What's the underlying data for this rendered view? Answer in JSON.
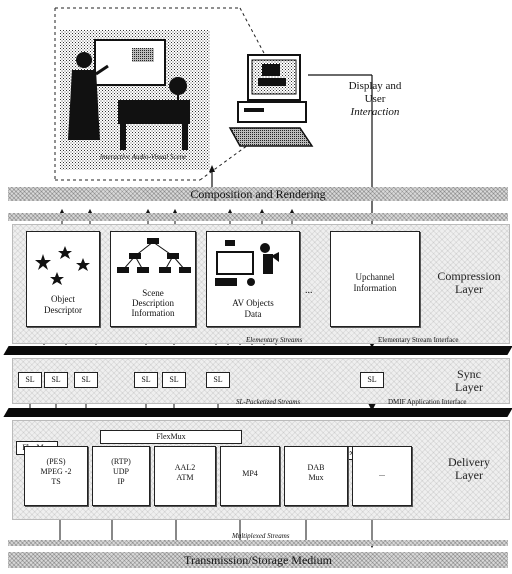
{
  "scene": {
    "caption": "Interactive Audio-Visual Scene"
  },
  "display": {
    "line1": "Display and",
    "line2": "User",
    "line3": "Interaction"
  },
  "bands": {
    "composition": "Composition and Rendering",
    "transmission": "Transmission/Storage Medium"
  },
  "compression": {
    "layer_name_1": "Compression",
    "layer_name_2": "Layer",
    "boxes": [
      {
        "l1": "Object",
        "l2": "Descriptor",
        "l3": ""
      },
      {
        "l1": "Scene",
        "l2": "Description",
        "l3": "Information"
      },
      {
        "l1": "AV Objects",
        "l2": "Data",
        "l3": ""
      },
      {
        "l1": "Upchannel",
        "l2": "Information",
        "l3": ""
      }
    ],
    "ellipsis": "..."
  },
  "streams": {
    "elementary": "Elementary Streams",
    "elementary_iface": "Elementary Stream Interface",
    "sl_packetized": "SL-Packetized Streams",
    "dmif_iface": "DMIF Application Interface",
    "multiplexed": "Multiplexed Streams"
  },
  "sync": {
    "layer_name_1": "Sync",
    "layer_name_2": "Layer",
    "sl_label": "SL"
  },
  "delivery": {
    "layer_name_1": "Delivery",
    "layer_name_2": "Layer",
    "flexmux_label": "FlexMux",
    "boxes": [
      {
        "l1": "(PES)",
        "l2": "MPEG -2",
        "l3": "TS"
      },
      {
        "l1": "(RTP)",
        "l2": "UDP",
        "l3": "IP"
      },
      {
        "l1": "AAL2",
        "l2": "ATM",
        "l3": ""
      },
      {
        "l1": "MP4",
        "l2": "",
        "l3": ""
      },
      {
        "l1": "DAB",
        "l2": "Mux",
        "l3": ""
      },
      {
        "l1": "...",
        "l2": "",
        "l3": ""
      }
    ]
  }
}
